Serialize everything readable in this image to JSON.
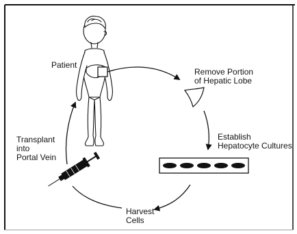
{
  "labels": {
    "patient": "Patient",
    "remove_line1": "Remove Portion",
    "remove_line2": "of Hepatic Lobe",
    "establish_line1": "Establish",
    "establish_line2": "Hepatocyte Cultures",
    "harvest_line1": "Harvest",
    "harvest_line2": "Cells",
    "transplant_line1": "Transplant",
    "transplant_line2": "into",
    "transplant_line3": "Portal Vein"
  },
  "culture_dish": {
    "cell_count": 5
  },
  "colors": {
    "ink": "#111111",
    "background": "#ffffff"
  }
}
